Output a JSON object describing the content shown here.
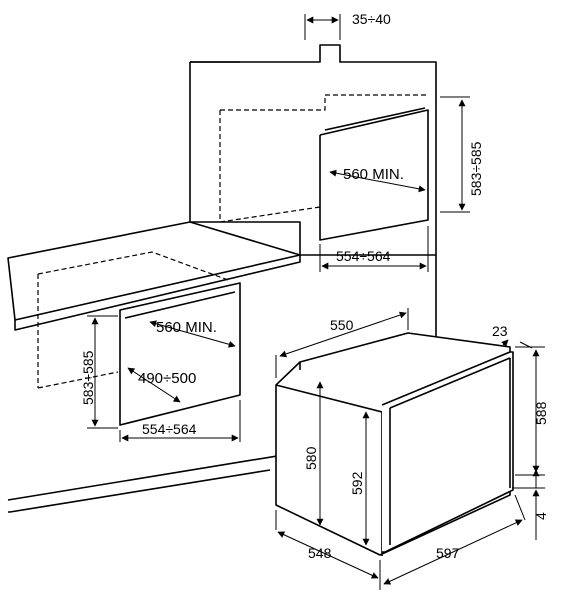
{
  "dimensions": {
    "wall_gap": "35÷40",
    "column_height": "583÷585",
    "column_depth": "560 MIN.",
    "column_width": "554÷564",
    "under_height": "583÷585",
    "under_depth": "560 MIN.",
    "under_inner_depth": "490÷500",
    "under_width": "554÷564",
    "oven_depth_top": "550",
    "oven_front_thickness": "23",
    "oven_front_height": "588",
    "oven_body_height": "580",
    "oven_inner_height": "592",
    "oven_bottom_gap": "4",
    "oven_body_depth": "548",
    "oven_front_width": "597"
  }
}
